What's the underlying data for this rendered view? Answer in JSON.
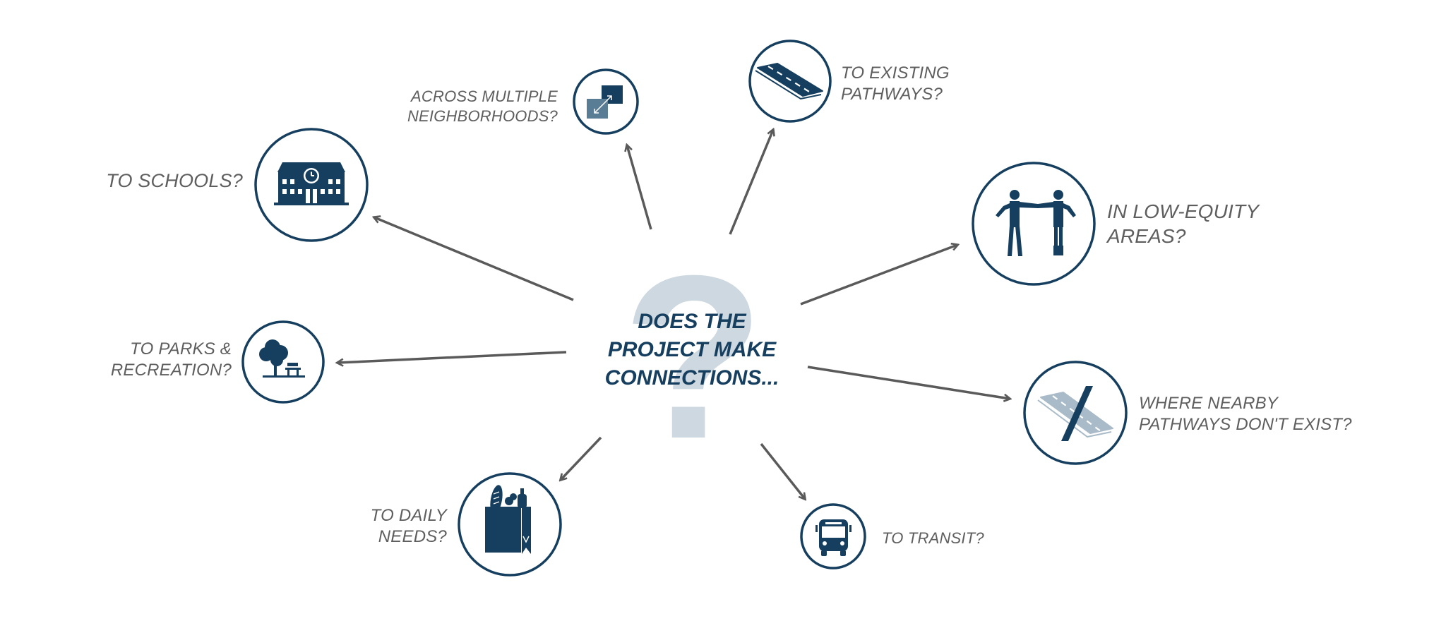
{
  "center": {
    "glyph": "?",
    "line1": "DOES THE",
    "line2": "PROJECT MAKE",
    "line3": "CONNECTIONS..."
  },
  "nodes": {
    "schools": {
      "line1": "TO SCHOOLS?",
      "icon": "school-building-icon"
    },
    "neighborhoods": {
      "line1": "ACROSS MULTIPLE",
      "line2": "NEIGHBORHOODS?",
      "icon": "overlapping-squares-icon"
    },
    "existing_pathways": {
      "line1": "TO EXISTING",
      "line2": "PATHWAYS?",
      "icon": "pathway-icon"
    },
    "low_equity": {
      "line1": "IN LOW-EQUITY",
      "line2": "AREAS?",
      "icon": "people-reaching-icon"
    },
    "parks": {
      "line1": "TO PARKS &",
      "line2": "RECREATION?",
      "icon": "tree-bench-icon"
    },
    "no_pathways": {
      "line1": "WHERE NEARBY",
      "line2": "PATHWAYS DON'T EXIST?",
      "icon": "crossed-pathway-icon"
    },
    "daily_needs": {
      "line1": "TO DAILY",
      "line2": "NEEDS?",
      "icon": "grocery-bag-icon"
    },
    "transit": {
      "line1": "TO TRANSIT?",
      "icon": "bus-icon"
    }
  },
  "colors": {
    "navy": "#163f5f",
    "arrow": "#5a5a5a",
    "label": "#5e5e5e",
    "question_mark": "#cdd8e0",
    "slate": "#587d95"
  }
}
